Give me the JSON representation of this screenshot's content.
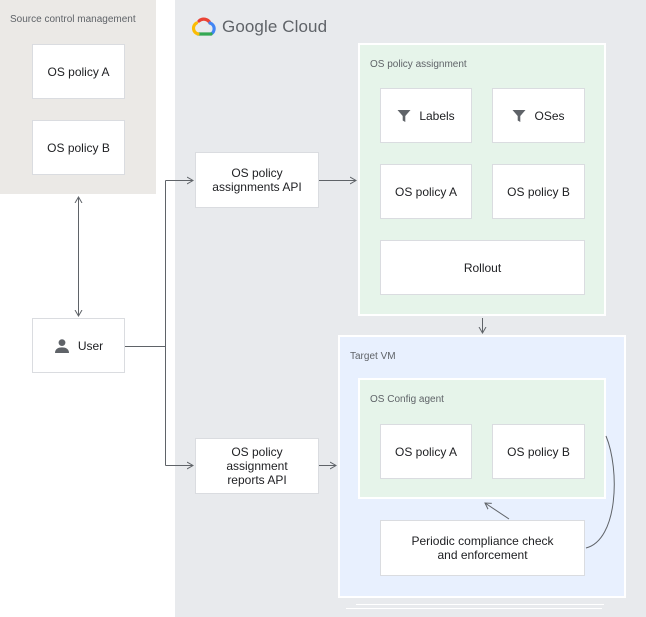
{
  "scm": {
    "title": "Source control management",
    "policy_a": "OS policy A",
    "policy_b": "OS policy B"
  },
  "cloud": {
    "brand": "Google Cloud"
  },
  "user": {
    "label": "User"
  },
  "apis": {
    "assignments": "OS policy assignments API",
    "reports": "OS policy assignment reports API"
  },
  "assignment": {
    "title": "OS policy assignment",
    "labels": "Labels",
    "oses": "OSes",
    "policy_a": "OS policy A",
    "policy_b": "OS policy B",
    "rollout": "Rollout"
  },
  "target_vm": {
    "title": "Target VM",
    "agent_title": "OS Config agent",
    "policy_a": "OS policy A",
    "policy_b": "OS policy B",
    "compliance": "Periodic compliance check and enforcement"
  },
  "colors": {
    "scm_bg": "#ebe9e6",
    "cloud_bg": "#e8eaed",
    "assignment_bg": "#e6f4ea",
    "vm_bg": "#e8f0fe"
  }
}
